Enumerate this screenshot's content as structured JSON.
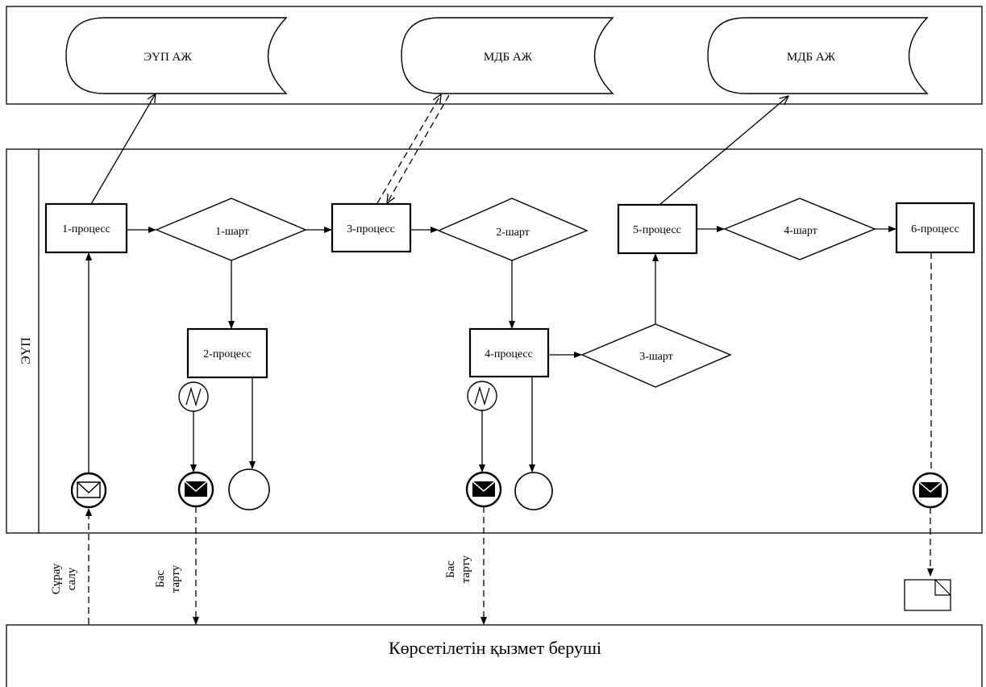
{
  "databases": [
    {
      "id": "db1",
      "label": "ЭҮП АЖ"
    },
    {
      "id": "db2",
      "label": "МДБ АЖ"
    },
    {
      "id": "db3",
      "label": "МДБ АЖ"
    }
  ],
  "lane": {
    "label": "ЭҮП"
  },
  "processes": [
    {
      "id": "p1",
      "label": "1-процесс"
    },
    {
      "id": "p2",
      "label": "2-процесс"
    },
    {
      "id": "p3",
      "label": "3-процесс"
    },
    {
      "id": "p4",
      "label": "4-процесс"
    },
    {
      "id": "p5",
      "label": "5-процесс"
    },
    {
      "id": "p6",
      "label": "6-процесс"
    }
  ],
  "conditions": [
    {
      "id": "c1",
      "label": "1-шарт"
    },
    {
      "id": "c2",
      "label": "2-шарт"
    },
    {
      "id": "c3",
      "label": "3-шарт"
    },
    {
      "id": "c4",
      "label": "4-шарт"
    }
  ],
  "side_labels": {
    "request": [
      "Сұрау",
      "салу"
    ],
    "refusal_1": [
      "Бас",
      "тарту"
    ],
    "refusal_2": [
      "Бас",
      "тарту"
    ]
  },
  "provider": {
    "label": "Көрсетілетін қызмет беруші"
  }
}
